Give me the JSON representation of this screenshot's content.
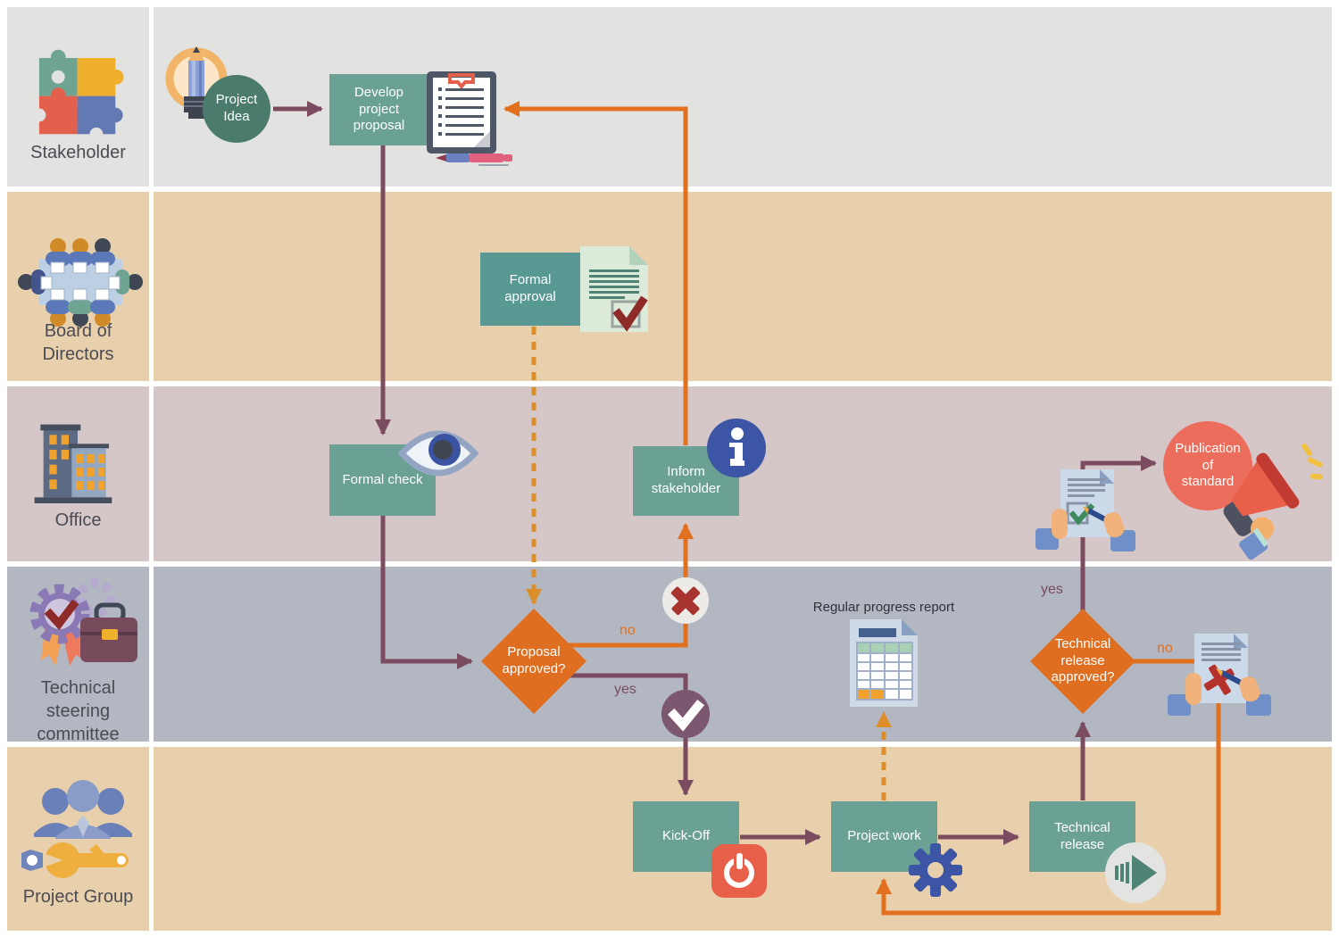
{
  "lanes": [
    {
      "label": "Stakeholder"
    },
    {
      "label": "Board of\nDirectors"
    },
    {
      "label": "Office"
    },
    {
      "label": "Technical\nsteering\ncommittee"
    },
    {
      "label": "Project Group"
    }
  ],
  "nodes": {
    "project_idea": "Project\nIdea",
    "develop_proposal": "Develop\nproject\nproposal",
    "formal_approval": "Formal\napproval",
    "formal_check": "Formal check",
    "inform_stakeholder": "Inform\nstakeholder",
    "proposal_approved": "Proposal\napproved?",
    "publication_of_standard": "Publication\nof\nstandard",
    "technical_release_approved": "Technical\nrelease\napproved?",
    "kick_off": "Kick-Off",
    "project_work": "Project work",
    "technical_release": "Technical\nrelease"
  },
  "annotations": {
    "progress_report": "Regular progress report"
  },
  "edges": {
    "proposal_no": "no",
    "proposal_yes": "yes",
    "release_yes": "yes",
    "release_no": "no"
  },
  "colors": {
    "lane_gray": "#e2e2e1",
    "lane_tan": "#e9d0ac",
    "lane_mauve": "#d5c6c8",
    "lane_bluegray": "#b3b7c2",
    "task_green": "#6ba195",
    "task_green_dark": "#589994",
    "decision_orange": "#e06e20",
    "start_circle_green": "#4a7b6c",
    "end_circle_coral": "#ed6d5d",
    "arrow_purple": "#7b4b60",
    "arrow_orange": "#e2711f",
    "arrow_dashed_orange": "#dc8e2a",
    "reject_red": "#a8342f",
    "approve_circle": "#7c5870"
  }
}
